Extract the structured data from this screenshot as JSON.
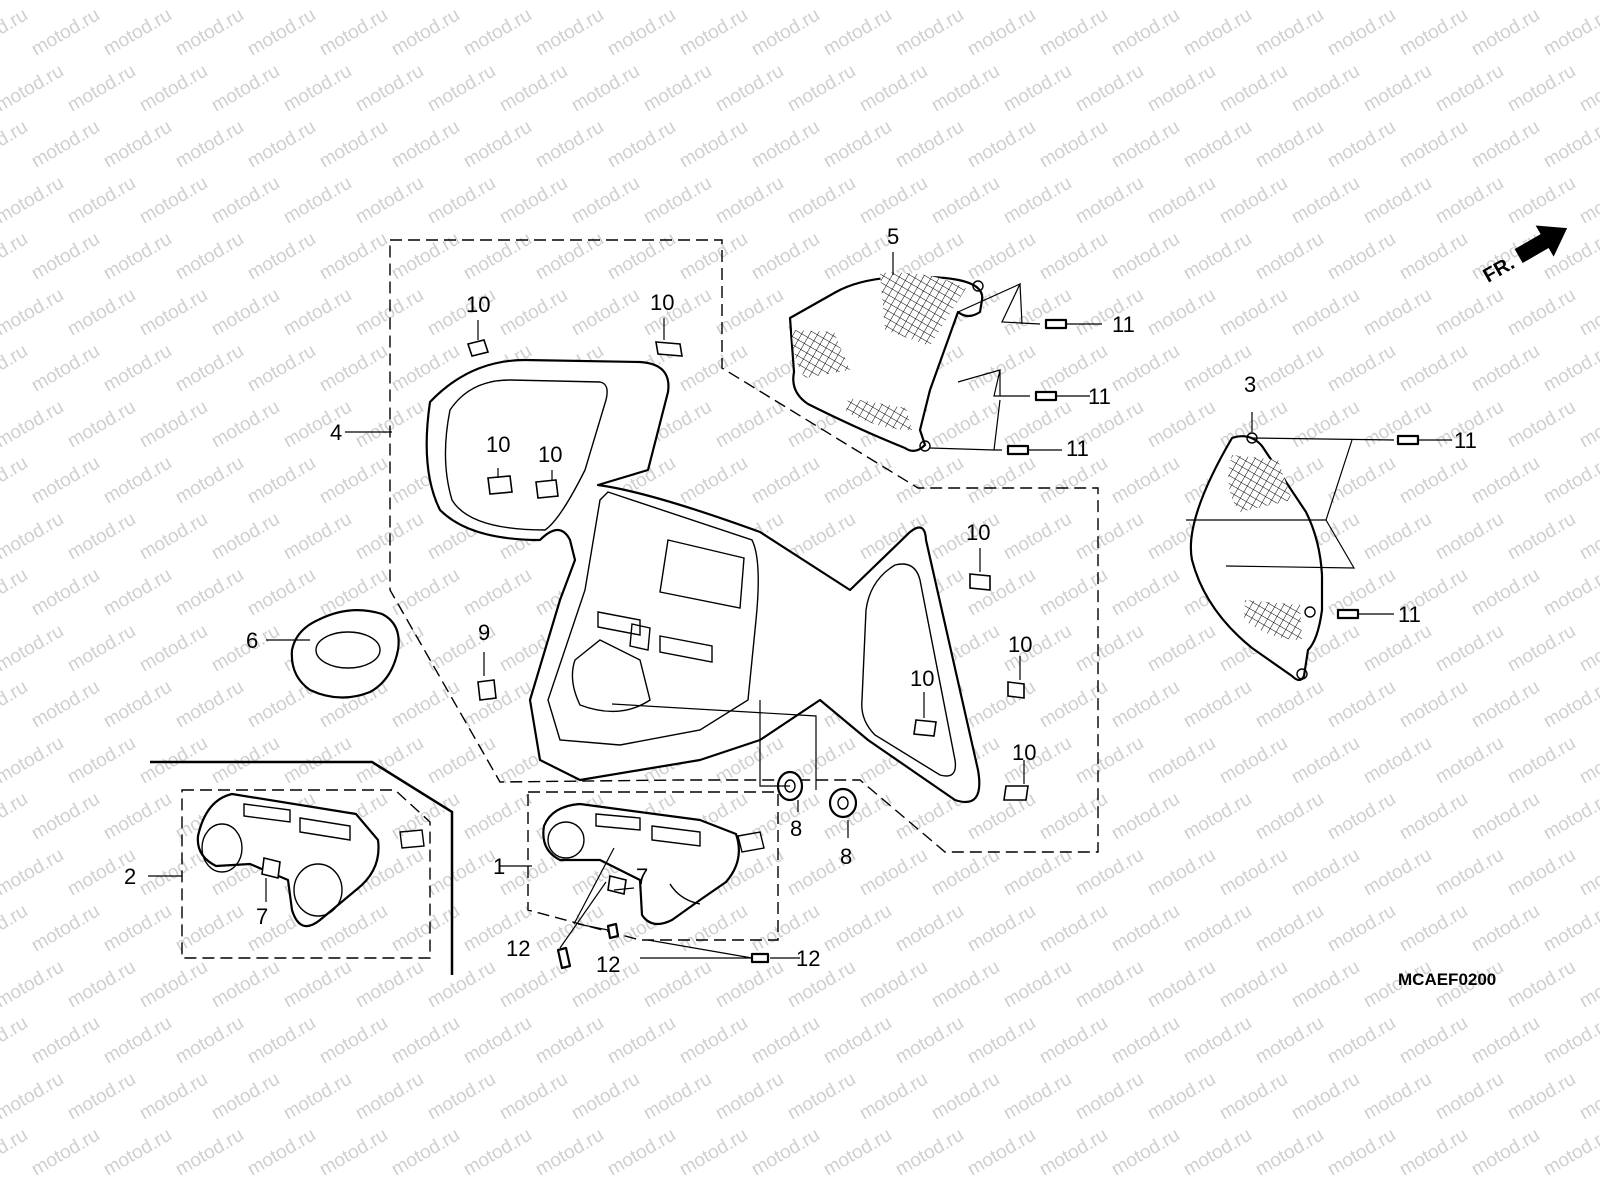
{
  "watermark": {
    "text": "motod.ru"
  },
  "direction_indicator": {
    "label": "FR."
  },
  "diagram_code": "MCAEF0200",
  "callouts": {
    "part_1": "1",
    "part_2": "2",
    "part_3": "3",
    "part_4": "4",
    "part_5": "5",
    "part_6": "6",
    "part_7a": "7",
    "part_7b": "7",
    "part_8a": "8",
    "part_8b": "8",
    "part_9": "9",
    "part_10a": "10",
    "part_10b": "10",
    "part_10c": "10",
    "part_10d": "10",
    "part_10e": "10",
    "part_10f": "10",
    "part_10g": "10",
    "part_10h": "10",
    "part_11a": "11",
    "part_11b": "11",
    "part_11c": "11",
    "part_11d": "11",
    "part_11e": "11",
    "part_12a": "12",
    "part_12b": "12",
    "part_12c": "12"
  }
}
